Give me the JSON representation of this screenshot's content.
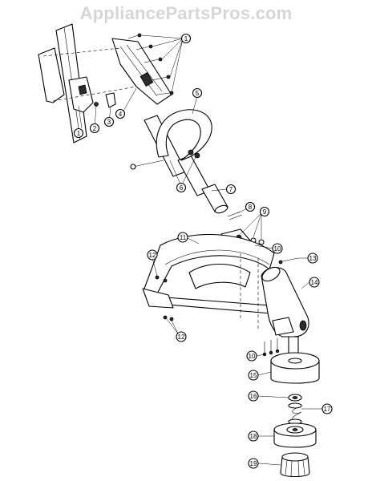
{
  "watermark": "AppliancePartsPros.com",
  "callouts": {
    "c1a": "1",
    "c1b": "1",
    "c2": "2",
    "c3": "3",
    "c4": "4",
    "c5": "5",
    "c6": "6",
    "c7": "7",
    "c8": "8",
    "c9": "9",
    "c10a": "10",
    "c10b": "10",
    "c11": "11",
    "c12a": "12",
    "c12b": "12",
    "c13": "13",
    "c14": "14",
    "c15": "15",
    "c16": "16",
    "c17": "17",
    "c18": "18",
    "c19": "19"
  }
}
